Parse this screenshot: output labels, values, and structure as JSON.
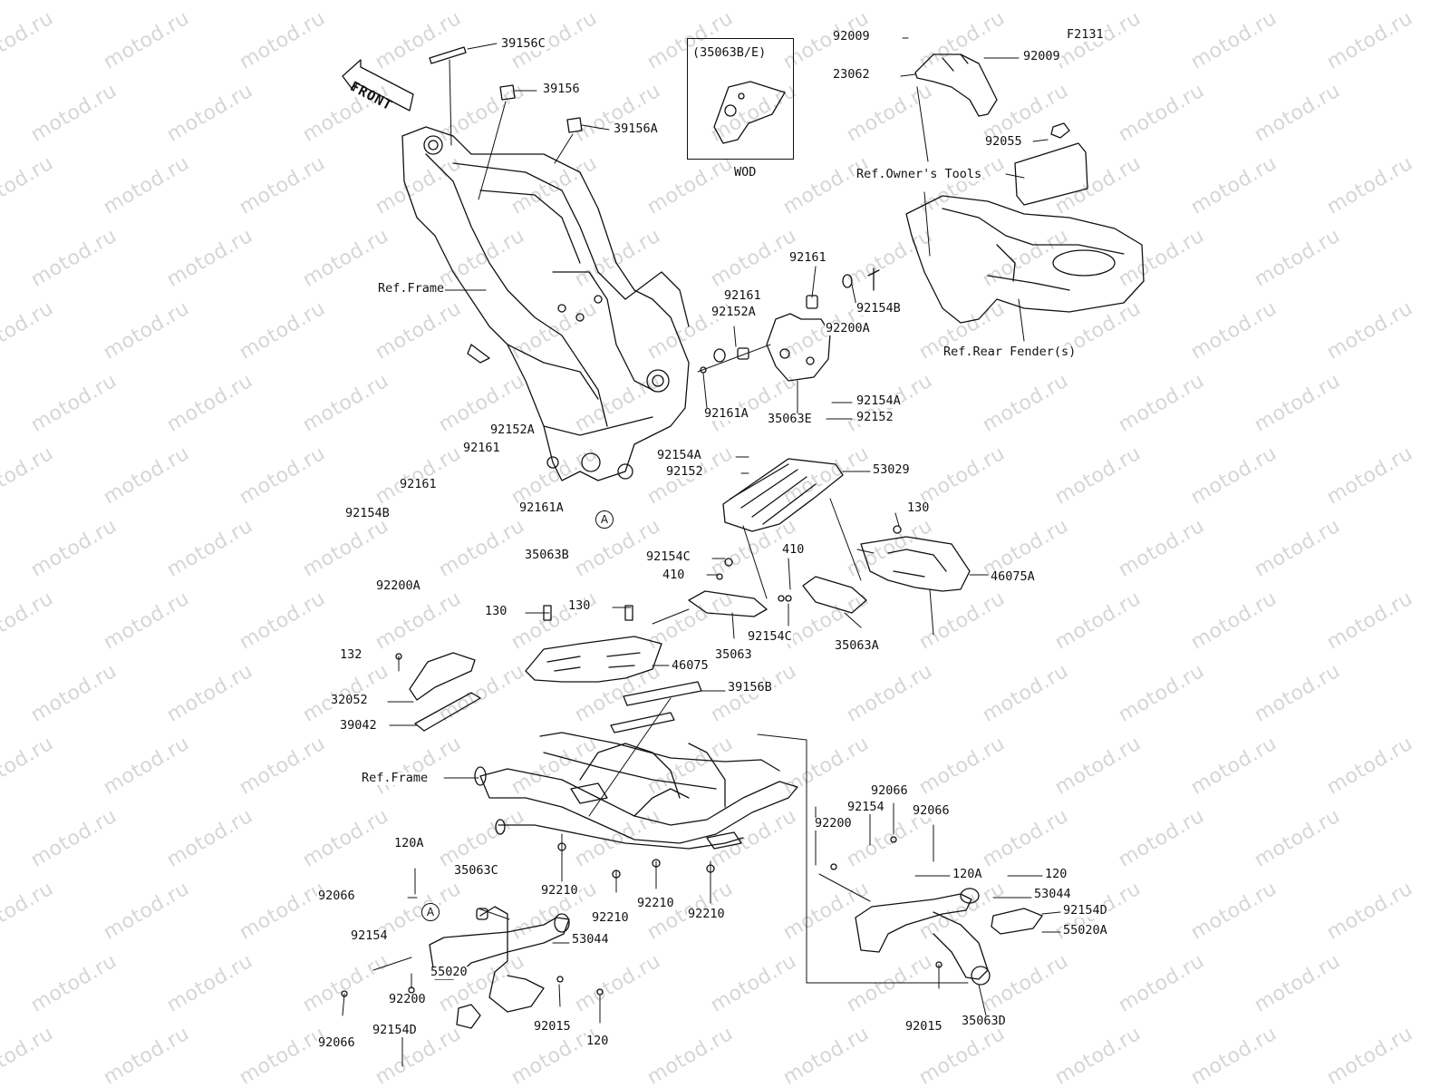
{
  "figure_code": "F2131",
  "watermark": "motod.ru",
  "front_label": "FRONT",
  "inset": {
    "title": "(35063B/E)",
    "note": "WOD"
  },
  "callout_letter": "A",
  "labels": [
    {
      "id": "39156C",
      "text": "39156C"
    },
    {
      "id": "39156",
      "text": "39156"
    },
    {
      "id": "39156A",
      "text": "39156A"
    },
    {
      "id": "ref-frame-top",
      "text": "Ref.Frame"
    },
    {
      "id": "92009-a",
      "text": "92009"
    },
    {
      "id": "92009-b",
      "text": "92009"
    },
    {
      "id": "23062",
      "text": "23062"
    },
    {
      "id": "92055",
      "text": "92055"
    },
    {
      "id": "ref-owners-tools",
      "text": "Ref.Owner's Tools"
    },
    {
      "id": "ref-rear-fenders",
      "text": "Ref.Rear Fender(s)"
    },
    {
      "id": "92161-a",
      "text": "92161"
    },
    {
      "id": "92161-b",
      "text": "92161"
    },
    {
      "id": "92152A-a",
      "text": "92152A"
    },
    {
      "id": "92154B-a",
      "text": "92154B"
    },
    {
      "id": "92200A-a",
      "text": "92200A"
    },
    {
      "id": "92161A-a",
      "text": "92161A"
    },
    {
      "id": "35063E",
      "text": "35063E"
    },
    {
      "id": "92154A-a",
      "text": "92154A"
    },
    {
      "id": "92152-a",
      "text": "92152"
    },
    {
      "id": "92154A-b",
      "text": "92154A"
    },
    {
      "id": "92152-b",
      "text": "92152"
    },
    {
      "id": "53029",
      "text": "53029"
    },
    {
      "id": "92152A-b",
      "text": "92152A"
    },
    {
      "id": "92161-c",
      "text": "92161"
    },
    {
      "id": "92161-d",
      "text": "92161"
    },
    {
      "id": "92161A-b",
      "text": "92161A"
    },
    {
      "id": "92154B-b",
      "text": "92154B"
    },
    {
      "id": "35063B",
      "text": "35063B"
    },
    {
      "id": "92200A-b",
      "text": "92200A"
    },
    {
      "id": "130-a",
      "text": "130"
    },
    {
      "id": "46075A",
      "text": "46075A"
    },
    {
      "id": "92154C-a",
      "text": "92154C"
    },
    {
      "id": "410-a",
      "text": "410"
    },
    {
      "id": "410-b",
      "text": "410"
    },
    {
      "id": "130-b",
      "text": "130"
    },
    {
      "id": "130-c",
      "text": "130"
    },
    {
      "id": "35063",
      "text": "35063"
    },
    {
      "id": "92154C-b",
      "text": "92154C"
    },
    {
      "id": "35063A",
      "text": "35063A"
    },
    {
      "id": "132",
      "text": "132"
    },
    {
      "id": "46075",
      "text": "46075"
    },
    {
      "id": "32052",
      "text": "32052"
    },
    {
      "id": "39156B",
      "text": "39156B"
    },
    {
      "id": "39042",
      "text": "39042"
    },
    {
      "id": "ref-frame-bottom",
      "text": "Ref.Frame"
    },
    {
      "id": "92066-a",
      "text": "92066"
    },
    {
      "id": "92154-a",
      "text": "92154"
    },
    {
      "id": "92066-b",
      "text": "92066"
    },
    {
      "id": "92200-a",
      "text": "92200"
    },
    {
      "id": "120A-a",
      "text": "120A"
    },
    {
      "id": "120-a",
      "text": "120"
    },
    {
      "id": "53044-a",
      "text": "53044"
    },
    {
      "id": "92154D-a",
      "text": "92154D"
    },
    {
      "id": "55020A",
      "text": "55020A"
    },
    {
      "id": "92015-a",
      "text": "92015"
    },
    {
      "id": "35063D",
      "text": "35063D"
    },
    {
      "id": "120A-b",
      "text": "120A"
    },
    {
      "id": "35063C",
      "text": "35063C"
    },
    {
      "id": "92066-c",
      "text": "92066"
    },
    {
      "id": "92210-a",
      "text": "92210"
    },
    {
      "id": "92210-b",
      "text": "92210"
    },
    {
      "id": "92210-c",
      "text": "92210"
    },
    {
      "id": "92210-d",
      "text": "92210"
    },
    {
      "id": "92154-b",
      "text": "92154"
    },
    {
      "id": "53044-b",
      "text": "53044"
    },
    {
      "id": "92200-b",
      "text": "92200"
    },
    {
      "id": "55020",
      "text": "55020"
    },
    {
      "id": "92015-b",
      "text": "92015"
    },
    {
      "id": "92066-d",
      "text": "92066"
    },
    {
      "id": "92154D-b",
      "text": "92154D"
    },
    {
      "id": "120-b",
      "text": "120"
    }
  ]
}
